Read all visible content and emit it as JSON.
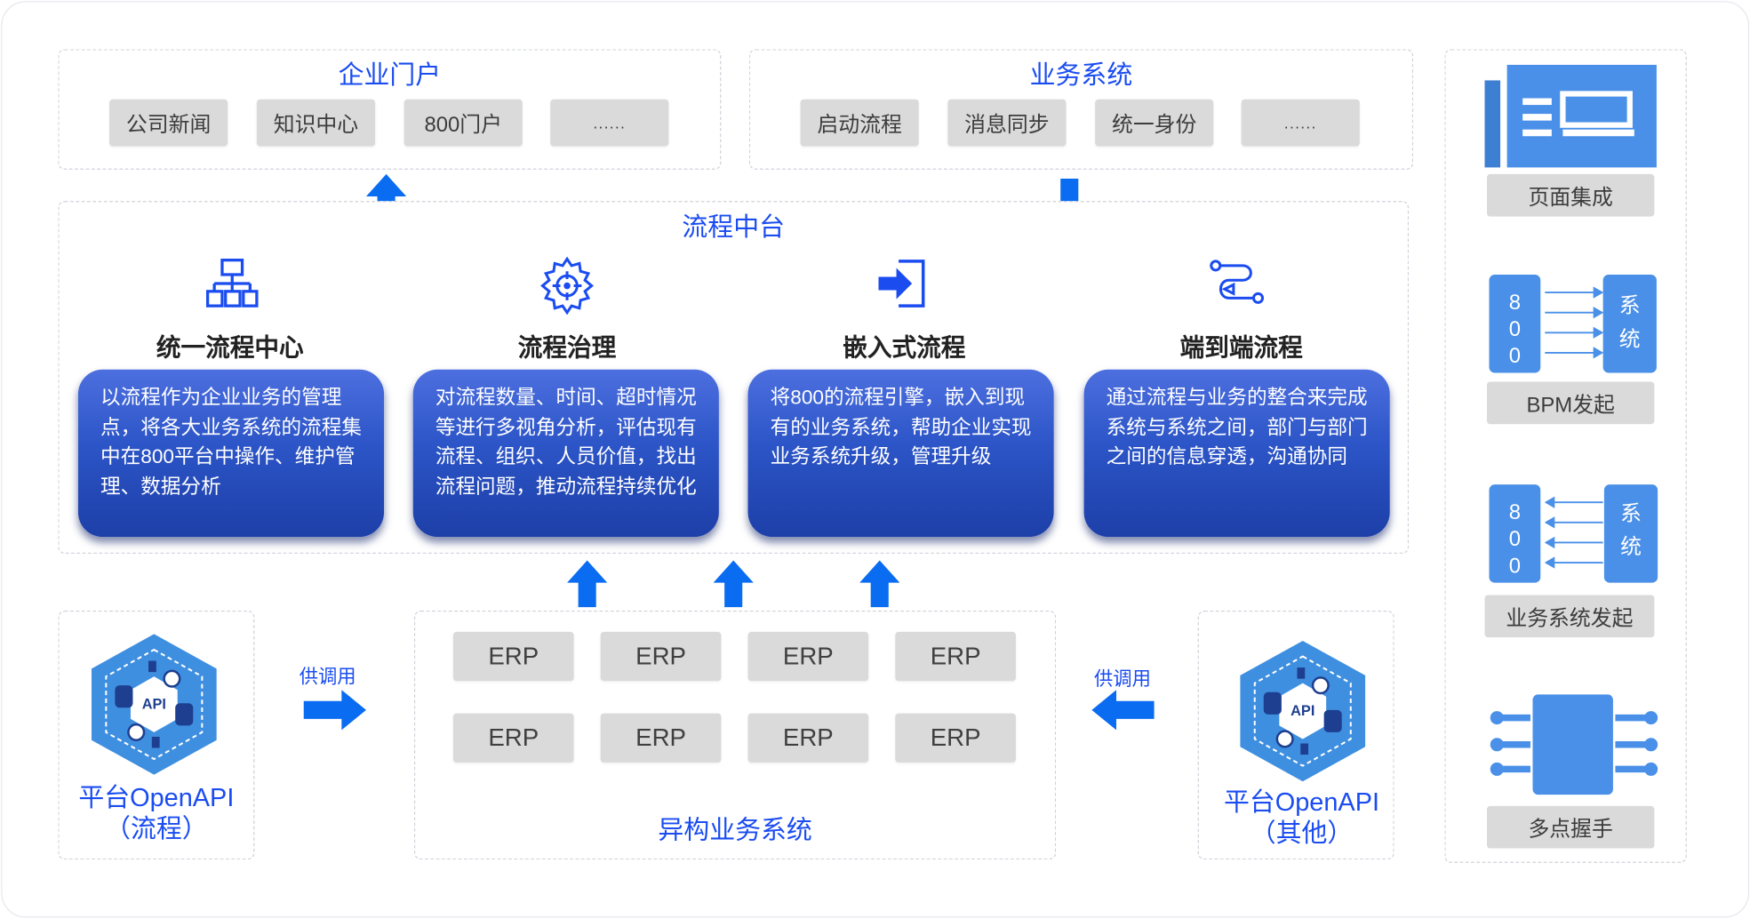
{
  "portal": {
    "title": "企业门户",
    "chips": [
      "公司新闻",
      "知识中心",
      "800门户",
      "......"
    ]
  },
  "business": {
    "title": "业务系统",
    "chips": [
      "启动流程",
      "消息同步",
      "统一身份",
      "......"
    ]
  },
  "platform": {
    "title": "流程中台",
    "features": [
      {
        "title": "统一流程中心",
        "icon": "hierarchy-icon",
        "text": "以流程作为企业业务的管理点，将各大业务系统的流程集中在800平台中操作、维护管理、数据分析"
      },
      {
        "title": "流程治理",
        "icon": "gear-target-icon",
        "text": "对流程数量、时间、超时情况等进行多视角分析，评估现有流程、组织、人员价值，找出流程问题，推动流程持续优化"
      },
      {
        "title": "嵌入式流程",
        "icon": "login-arrow-icon",
        "text": "将800的流程引擎，嵌入到现有的业务系统，帮助企业实现业务系统升级，管理升级"
      },
      {
        "title": "端到端流程",
        "icon": "route-icon",
        "text": "通过流程与业务的整合来完成系统与系统之间，部门与部门之间的信息穿透，沟通协同"
      }
    ]
  },
  "hetero": {
    "title": "异构业务系统",
    "chips": [
      "ERP",
      "ERP",
      "ERP",
      "ERP",
      "ERP",
      "ERP",
      "ERP",
      "ERP"
    ]
  },
  "api_left": {
    "hex_label": "API",
    "line1": "平台OpenAPI",
    "line2": "（流程）",
    "call_label": "供调用"
  },
  "api_right": {
    "hex_label": "API",
    "line1": "平台OpenAPI",
    "line2": "（其他）",
    "call_label": "供调用"
  },
  "integration": {
    "items": [
      {
        "label": "页面集成",
        "icon": "page-layout-icon"
      },
      {
        "label": "BPM发起",
        "left_box": [
          "8",
          "0",
          "0"
        ],
        "right_box": [
          "系",
          "统"
        ]
      },
      {
        "label": "业务系统发起",
        "left_box": [
          "8",
          "0",
          "0"
        ],
        "right_box": [
          "系",
          "统"
        ]
      },
      {
        "label": "多点握手",
        "icon": "chip-icon"
      }
    ]
  },
  "colors": {
    "accent": "#1a4cf0",
    "arrow": "#0a6cf0",
    "card_top": "#4d6fdf",
    "card_bottom": "#1d3fa8",
    "chip_bg": "#dadada",
    "integration_blue": "#4a90e8"
  }
}
